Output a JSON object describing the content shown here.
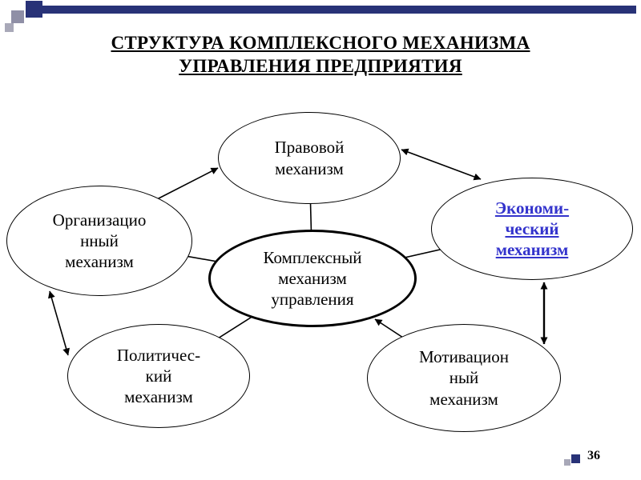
{
  "title": {
    "line1": "СТРУКТУРА КОМПЛЕКСНОГО МЕХАНИЗМА",
    "line2": "УПРАВЛЕНИЯ ПРЕДПРИЯТИЯ"
  },
  "footer": {
    "page_number": "36"
  },
  "diagram": {
    "center_node": {
      "lines": [
        "Комплексный",
        "механизм",
        "управления"
      ]
    },
    "nodes": {
      "legal": {
        "lines": [
          "Правовой",
          "механизм"
        ]
      },
      "organizational": {
        "lines": [
          "Организацио",
          "нный",
          "механизм"
        ]
      },
      "economic": {
        "lines": [
          "Экономи-",
          "ческий",
          "механизм"
        ],
        "is_link": true
      },
      "political": {
        "lines": [
          "Политичес-",
          "кий",
          "механизм"
        ]
      },
      "motivational": {
        "lines": [
          "Мотивацион",
          "ный",
          "механизм"
        ]
      }
    },
    "connectors": [
      {
        "from": "center",
        "to": "legal",
        "type": "line"
      },
      {
        "from": "center",
        "to": "organizational",
        "type": "line"
      },
      {
        "from": "center",
        "to": "economic",
        "type": "line"
      },
      {
        "from": "center",
        "to": "political",
        "type": "line"
      },
      {
        "from": "motivational",
        "to": "center",
        "type": "arrow"
      },
      {
        "from": "organizational",
        "to": "legal",
        "type": "arrow"
      },
      {
        "from": "legal",
        "to": "economic",
        "type": "double-arrow"
      },
      {
        "from": "economic",
        "to": "motivational",
        "type": "double-arrow"
      },
      {
        "from": "organizational",
        "to": "political",
        "type": "double-arrow"
      }
    ]
  },
  "colors": {
    "accent_navy": "#283277",
    "link_blue": "#3333cc",
    "line_black": "#000000",
    "decoration_gray": "#a8a8b8"
  }
}
